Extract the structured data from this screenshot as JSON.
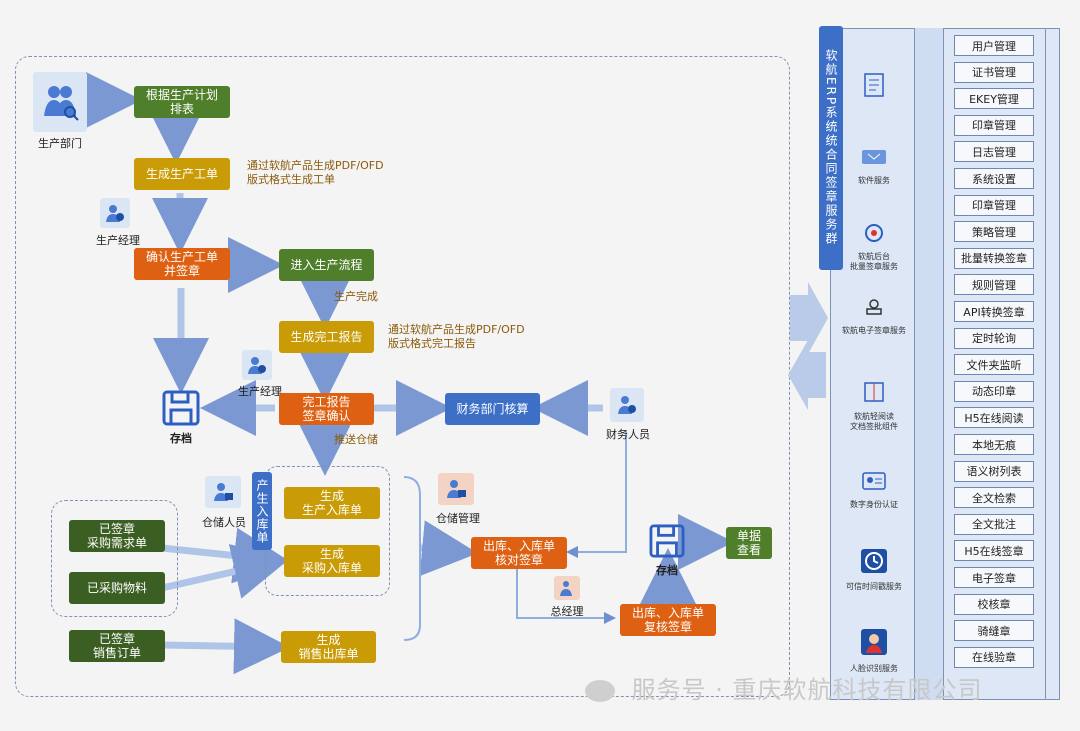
{
  "colors": {
    "green": "#4f7f2b",
    "yellow": "#c99b06",
    "orange": "#de6012",
    "blue": "#3e6fc7",
    "arrow": "#6e8fd0",
    "panel": "#dde7f6"
  },
  "actors": {
    "production_dept": "生产部门",
    "production_manager_1": "生产经理",
    "production_manager_2": "生产经理",
    "finance_staff": "财务人员",
    "warehouse_staff": "仓储人员",
    "warehouse_mgmt": "仓储管理",
    "general_manager": "总经理"
  },
  "steps": {
    "schedule": "根据生产计划\n排表",
    "gen_work_order": "生成生产工单",
    "confirm_work_order": "确认生产工单\n并签章",
    "enter_process": "进入生产流程",
    "completion_report": "生成完工报告",
    "report_sign": "完工报告\n签章确认",
    "finance_check": "财务部门核算",
    "archive_1": "存档",
    "produce_entry_vert": "产生入库单",
    "gen_prod_entry": "生成\n生产入库单",
    "gen_purchase_entry": "生成\n采购入库单",
    "signed_purchase_req": "已签章\n采购需求单",
    "purchased_materials": "已采购物料",
    "signed_sales_order": "已签章\n销售订单",
    "gen_sales_exit": "生成\n销售出库单",
    "check_sign": "出库、入库单\n核对签章",
    "review_sign": "出库、入库单\n复核签章",
    "archive_2": "存档",
    "doc_view": "单据\n查看"
  },
  "notes": {
    "note_pdf_1": "通过软航产品生成PDF/OFD\n版式格式生成工单",
    "note_pdf_2": "通过软航产品生成PDF/OFD\n版式格式完工报告",
    "production_done": "生产完成",
    "push_warehouse": "推送仓储"
  },
  "panel": {
    "title": "软航ERP系统统合同签章服务群",
    "services": [
      {
        "icon": "document-icon",
        "label": ""
      },
      {
        "icon": "sign-service-icon",
        "label": "软件服务"
      },
      {
        "icon": "batch-sign-icon",
        "label": "软航后台\n批量签章服务"
      },
      {
        "icon": "stamp-service-icon",
        "label": "软航电子签章服务"
      },
      {
        "icon": "reader-icon",
        "label": "软航轻阅读\n文档签批组件"
      },
      {
        "icon": "id-card-icon",
        "label": "数字身份认证"
      },
      {
        "icon": "timestamp-icon",
        "label": "可信时间戳服务"
      },
      {
        "icon": "face-id-icon",
        "label": "人脸识别服务"
      }
    ],
    "menu": [
      "用户管理",
      "证书管理",
      "EKEY管理",
      "印章管理",
      "日志管理",
      "系统设置",
      "印章管理",
      "策略管理",
      "批量转换签章",
      "规则管理",
      "API转换签章",
      "定时轮询",
      "文件夹监听",
      "动态印章",
      "H5在线阅读",
      "本地无痕",
      "语义树列表",
      "全文检索",
      "全文批注",
      "H5在线签章",
      "电子签章",
      "校核章",
      "骑缝章",
      "在线验章"
    ]
  },
  "watermark": "服务号 · 重庆软航科技有限公司"
}
